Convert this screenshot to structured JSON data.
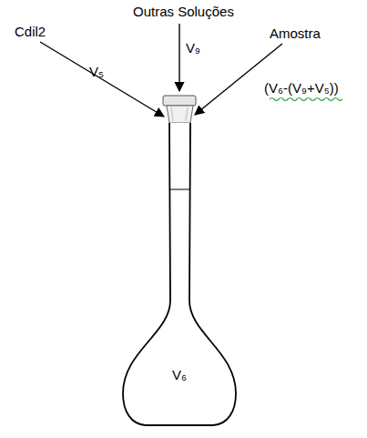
{
  "diagram": {
    "nodes": [
      {
        "text": [
          "V₆"
        ]
      }
    ],
    "labels": [
      "Outras Soluções",
      "V₉",
      "Cdil2",
      "V₅",
      "Amostra",
      "(V₆-(V₉+V₅))"
    ]
  }
}
